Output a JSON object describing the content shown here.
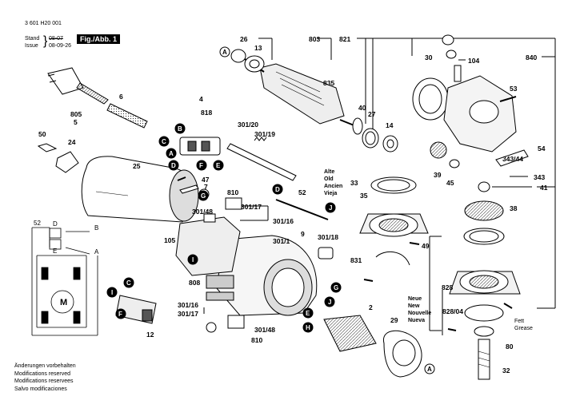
{
  "header": {
    "doc_number": "3 601 H20 001",
    "stand_label": "Stand",
    "issue_label": "Issue",
    "stand_date": "08-07",
    "issue_date": "08-09-26",
    "figure_label": "Fig./Abb. 1"
  },
  "footer": {
    "lines": [
      "Änderungen vorbehalten",
      "Modifications reserved",
      "Modifications reservees",
      "Salvo modificaciones"
    ]
  },
  "legend_old": [
    "Alte",
    "Old",
    "Ancien",
    "Vieja"
  ],
  "legend_new": [
    "Neue",
    "New",
    "Nouvelle",
    "Nueva"
  ],
  "legend_fett": [
    "Fett",
    "Grease"
  ],
  "schematic": {
    "motor_label": "M",
    "terminals": [
      "52",
      "D",
      "B",
      "E",
      "A"
    ]
  },
  "part_numbers": [
    "26",
    "13",
    "803",
    "835",
    "821",
    "30",
    "840",
    "104",
    "40",
    "27",
    "14",
    "53",
    "54",
    "343/44",
    "343",
    "41",
    "39",
    "45",
    "6",
    "805",
    "5",
    "50",
    "24",
    "4",
    "818",
    "301/20",
    "301/19",
    "25",
    "47",
    "7",
    "810",
    "301/48",
    "52",
    "301/17",
    "301/16",
    "105",
    "9",
    "301/1",
    "301/18",
    "33",
    "35",
    "831",
    "49",
    "38",
    "828",
    "828/04",
    "80",
    "32",
    "808",
    "12",
    "2",
    "29",
    "301/48",
    "810",
    "301/16",
    "301/17"
  ],
  "markers": [
    "A",
    "B",
    "C",
    "D",
    "E",
    "F",
    "G",
    "H",
    "I",
    "J"
  ]
}
